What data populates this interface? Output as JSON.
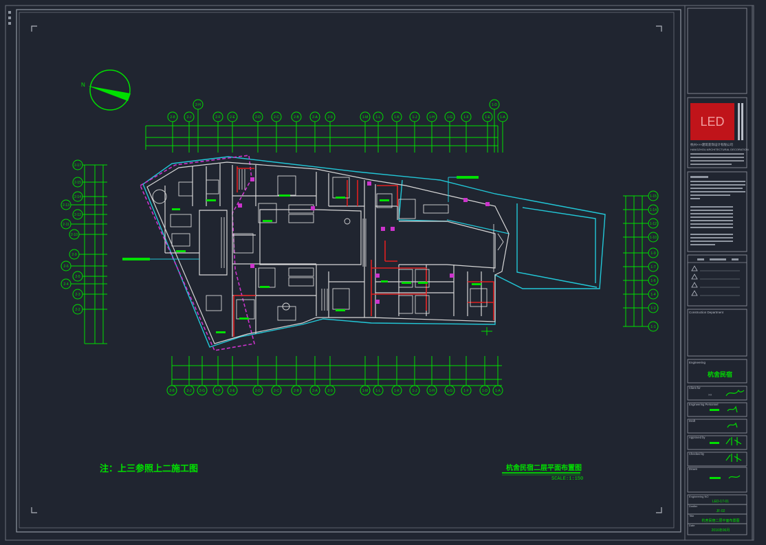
{
  "colors": {
    "background": "#202530",
    "frame": "#8a8f99",
    "grid": "#00e000",
    "wall": "#d8d8d8",
    "partition": "#e02020",
    "boundary": "#cc33cc",
    "site": "#22c8d8",
    "logo_red": "#c0141a",
    "titleblock_text": "#b9bec8"
  },
  "axis_labels": {
    "top": [
      "2-8",
      "2-J",
      "2-H",
      "2-F",
      "2-E",
      "2-D",
      "2-C",
      "2-B",
      "2-A",
      "2-9",
      "1-M",
      "1-L",
      "1-K",
      "1-J",
      "1-H",
      "1-G",
      "1-F",
      "1-E",
      "1-D",
      "1-A"
    ],
    "bottom": [
      "2-8",
      "2-J",
      "2-G",
      "2-F",
      "2-E",
      "2-D",
      "2-C",
      "2-B",
      "2-A",
      "2-9",
      "1-M",
      "1-L",
      "1-K",
      "1-J",
      "1-H",
      "1-G",
      "1-F",
      "1-D",
      "1-A"
    ],
    "left": [
      "2-17",
      "2-15",
      "2-14",
      "2-13",
      "2-12",
      "2-11",
      "2-10",
      "2-9",
      "2-6",
      "2-5",
      "2-4",
      "2-3",
      "2-2"
    ],
    "right": [
      "1-15",
      "1-14",
      "1-12",
      "1-10",
      "1-9",
      "1-7",
      "1-6",
      "1-4",
      "1-2",
      "1-1"
    ]
  },
  "drawing": {
    "note": "注：上三参照上二施工图",
    "title": "杭舍民宿二层平面布置图",
    "scale": "SCALE:1:150"
  },
  "titleblock": {
    "logo_text": "LED",
    "company_lines": [
      "杭州×××建筑装饰设计有限公司",
      "HANGZHOU ARCHITECTURAL DECORATION"
    ],
    "sections": {
      "construction": "Construction Department",
      "project_label": "Engineering",
      "project_name": "杭舍民宿",
      "rows": [
        {
          "label": "Client for",
          "value": "××"
        },
        {
          "label": "Engineering Personnel",
          "value": ""
        },
        {
          "label": "Draft",
          "value": ""
        },
        {
          "label": "Approved by",
          "value": ""
        },
        {
          "label": "Checked by",
          "value": ""
        },
        {
          "label": "Drawn",
          "value": ""
        }
      ],
      "footer": [
        {
          "label": "Engineering NO",
          "value": "LED-17-01"
        },
        {
          "label": "Drafter",
          "value": "JF-02"
        },
        {
          "label": "Title",
          "value": "杭舍民宿二层平面布置图"
        },
        {
          "label": "Date",
          "value": "2016年06月"
        }
      ]
    }
  }
}
